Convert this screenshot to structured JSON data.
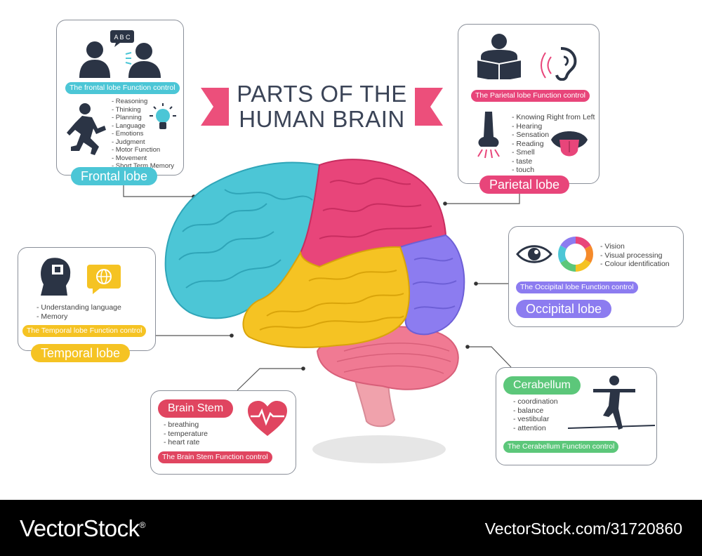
{
  "title": {
    "line1": "PARTS OF THE",
    "line2": "HUMAN BRAIN"
  },
  "colors": {
    "frontal": "#4cc6d6",
    "parietal": "#e8457a",
    "occipital": "#8c7cf0",
    "temporal": "#f5c323",
    "cerebellum": "#5cc77a",
    "brain_stem": "#e04560",
    "title_ribbon": "#ec4f7b",
    "text_dark": "#3b4457"
  },
  "frontal": {
    "speech_bubble": "A B C",
    "function_label": "The frontal lobe Function control",
    "items": [
      "- Reasoning",
      "- Thinking",
      "- Planning",
      "- Language",
      "- Emotions",
      "- Judgment",
      "- Motor Function",
      "- Movement",
      "- Short Term Memory"
    ],
    "name": "Frontal lobe"
  },
  "parietal": {
    "function_label": "The Parietal lobe Function control",
    "items": [
      "- Knowing Right from Left",
      "- Hearing",
      "- Sensation",
      "- Reading",
      "- Smell",
      "- taste",
      "- touch"
    ],
    "name": "Parietal lobe"
  },
  "occipital": {
    "items": [
      "- Vision",
      "- Visual processing",
      "- Colour identification"
    ],
    "function_label": "The Occipital lobe Function control",
    "name": "Occipital lobe"
  },
  "temporal": {
    "items": [
      "- Understanding language",
      "- Memory"
    ],
    "function_label": "The Temporal lobe Function control",
    "name": "Temporal lobe"
  },
  "brain_stem": {
    "name": "Brain Stem",
    "items": [
      "- breathing",
      "- temperature",
      "- heart rate"
    ],
    "function_label": "The Brain Stem Function control"
  },
  "cerebellum": {
    "name": "Cerabellum",
    "items": [
      "- coordination",
      "- balance",
      "- vestibular",
      "- attention"
    ],
    "function_label": "The Cerabellum Function control"
  },
  "footer": {
    "brand": "VectorStock",
    "registered": "®",
    "id": "VectorStock.com/31720860"
  }
}
